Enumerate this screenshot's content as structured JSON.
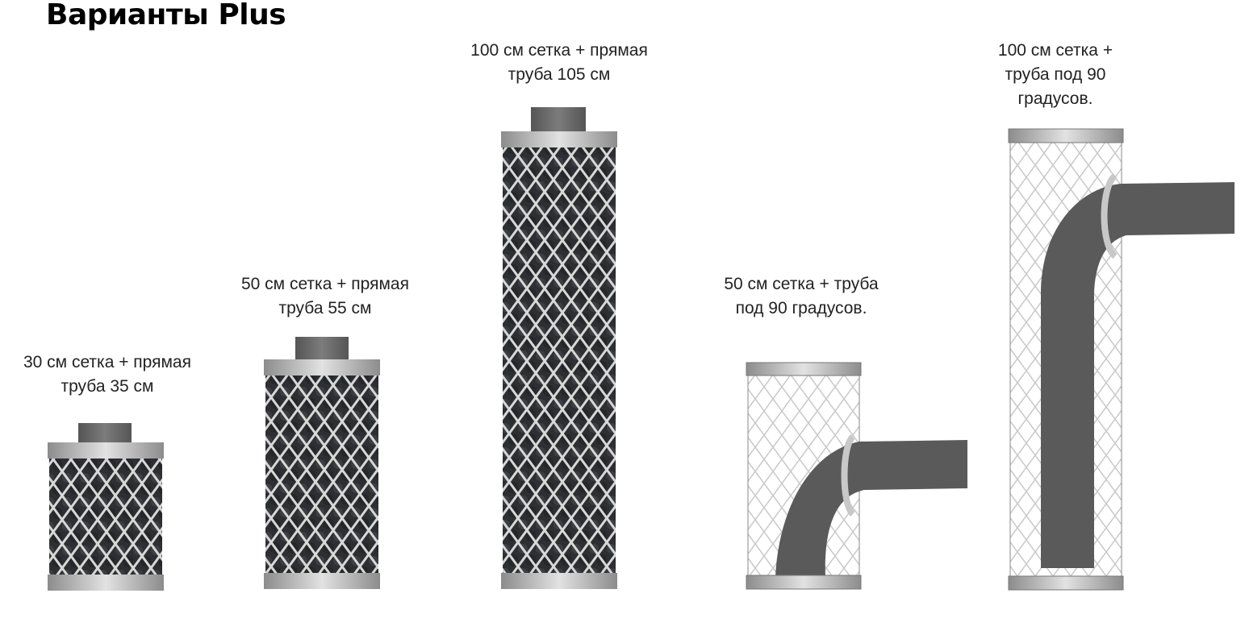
{
  "page": {
    "title": "Варианты Plus"
  },
  "variants": [
    {
      "id": "v30",
      "caption_line1": "30 см сетка + прямая",
      "caption_line2": "труба 35 см",
      "caption_line3": ""
    },
    {
      "id": "v50",
      "caption_line1": "50 см сетка + прямая",
      "caption_line2": "труба 55 см",
      "caption_line3": ""
    },
    {
      "id": "v100",
      "caption_line1": "100 см сетка + прямая",
      "caption_line2": "труба 105 см",
      "caption_line3": ""
    },
    {
      "id": "v50b",
      "caption_line1": "50 см сетка + труба",
      "caption_line2": "под 90 градусов.",
      "caption_line3": ""
    },
    {
      "id": "v100b",
      "caption_line1": "100 см сетка +",
      "caption_line2": "труба под 90",
      "caption_line3": "градусов."
    }
  ],
  "colors": {
    "stone": "#2e2f33",
    "mesh": "#d8d8d8",
    "steel": "#b9b9b9",
    "pipe": "#6a6a6a",
    "bend_pipe": "#5a5a5a"
  }
}
